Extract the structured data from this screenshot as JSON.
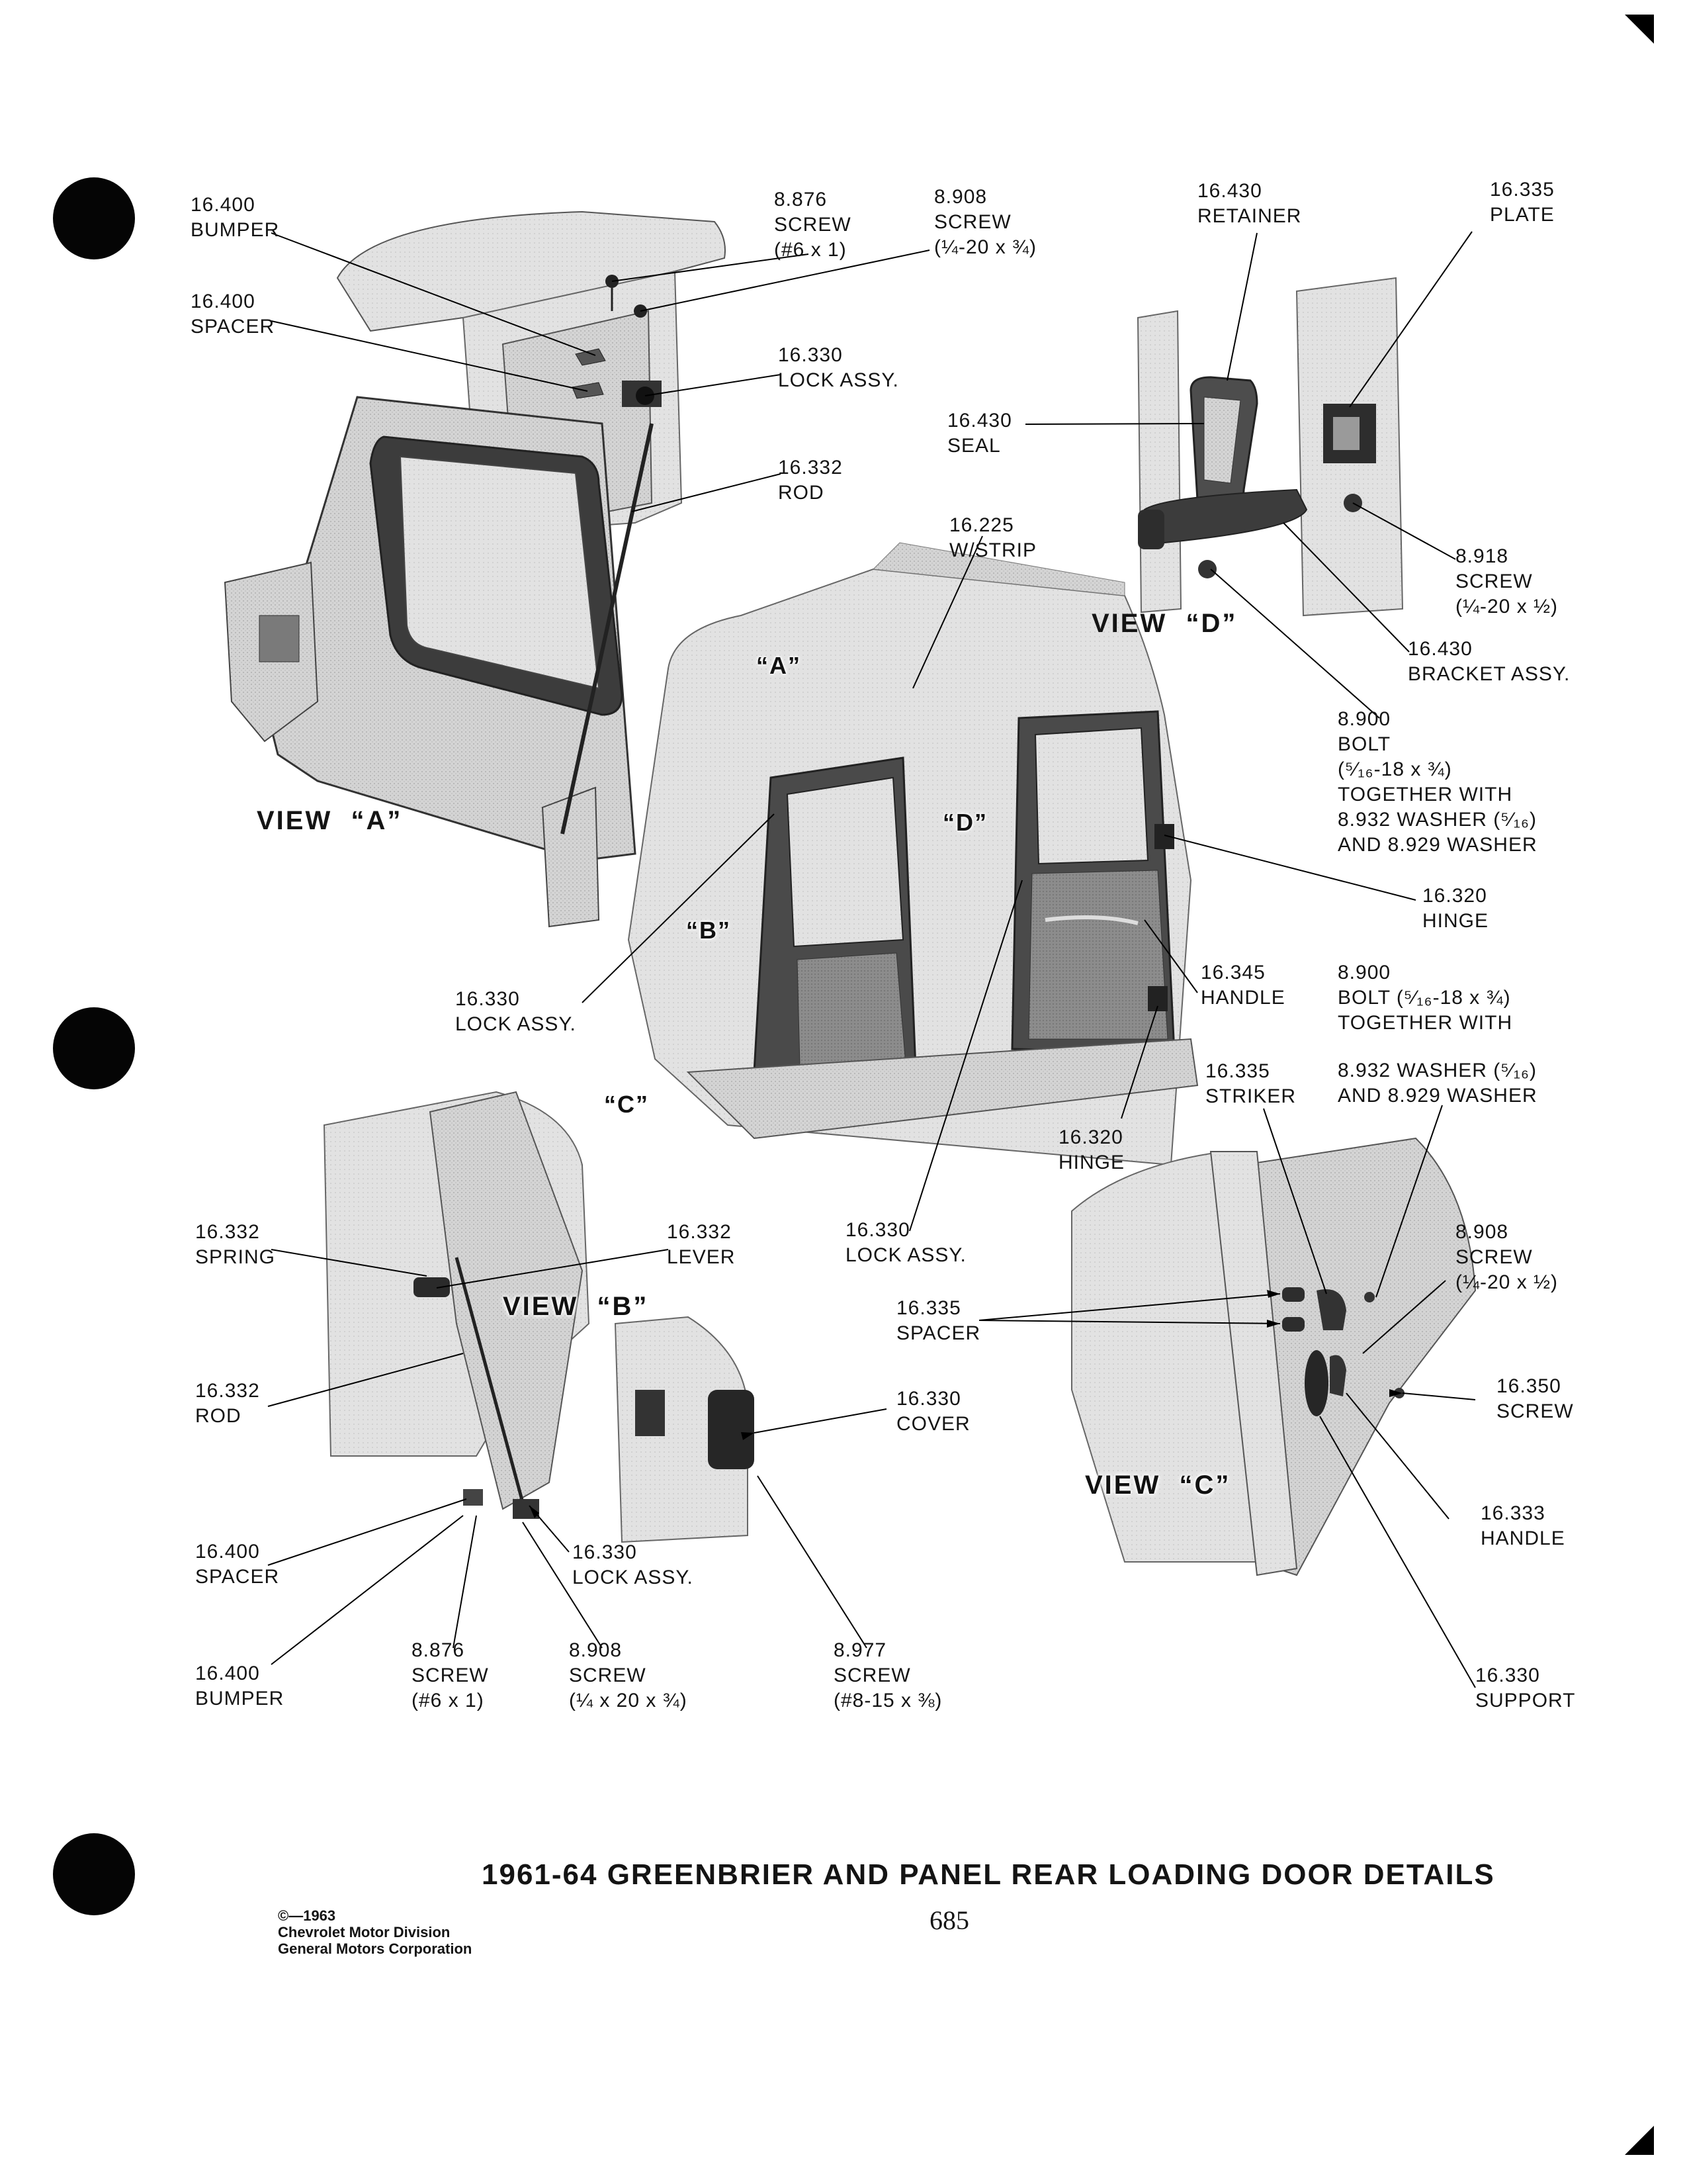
{
  "title": "1961-64 GREENBRIER AND PANEL REAR LOADING DOOR DETAILS",
  "page_number": "685",
  "copyright": [
    "©—1963",
    "Chevrolet Motor Division",
    "General Motors Corporation"
  ],
  "views": {
    "a": "VIEW  “A”",
    "b": "VIEW  “B”",
    "c": "VIEW  “C”",
    "d": "VIEW  “D”"
  },
  "callouts": {
    "a": "“A”",
    "b": "“B”",
    "c": "“C”",
    "d": "“D”"
  },
  "view_a_labels": {
    "bumper": [
      "16.400",
      "BUMPER"
    ],
    "spacer": [
      "16.400",
      "SPACER"
    ],
    "screw1": [
      "8.876",
      "SCREW",
      "(#6 x 1)"
    ],
    "screw2": [
      "8.908",
      "SCREW",
      "(¼-20 x ¾)"
    ],
    "lock": [
      "16.330",
      "LOCK ASSY."
    ],
    "rod": [
      "16.332",
      "ROD"
    ]
  },
  "view_d_labels": {
    "retainer": [
      "16.430",
      "RETAINER"
    ],
    "plate": [
      "16.335",
      "PLATE"
    ],
    "seal": [
      "16.430",
      "SEAL"
    ],
    "screw": [
      "8.918",
      "SCREW",
      "(¼-20 x ½)"
    ],
    "bracket": [
      "16.430",
      "BRACKET ASSY."
    ],
    "bolt": [
      "8.900",
      "BOLT",
      "(⁵⁄₁₆-18 x ¾)",
      "TOGETHER WITH",
      "8.932 WASHER (⁵⁄₁₆)",
      "AND 8.929 WASHER"
    ]
  },
  "main_labels": {
    "wstrip": [
      "16.225",
      "W/STRIP"
    ],
    "hinge_upper": [
      "16.320",
      "HINGE"
    ],
    "handle": [
      "16.345",
      "HANDLE"
    ],
    "lock_left": [
      "16.330",
      "LOCK ASSY."
    ],
    "lock_bottom": [
      "16.330",
      "LOCK ASSY."
    ],
    "hinge_lower": [
      "16.320",
      "HINGE"
    ],
    "bolt2": [
      "8.900",
      "BOLT (⁵⁄₁₆-18 x ¾)",
      "TOGETHER WITH"
    ],
    "washer2": [
      "8.932 WASHER (⁵⁄₁₆)",
      "AND 8.929 WASHER"
    ]
  },
  "view_b_labels": {
    "spring": [
      "16.332",
      "SPRING"
    ],
    "lever": [
      "16.332",
      "LEVER"
    ],
    "rod": [
      "16.332",
      "ROD"
    ],
    "cover": [
      "16.330",
      "COVER"
    ],
    "spacer": [
      "16.400",
      "SPACER"
    ],
    "lock": [
      "16.330",
      "LOCK ASSY."
    ],
    "bumper": [
      "16.400",
      "BUMPER"
    ],
    "screw1": [
      "8.876",
      "SCREW",
      "(#6 x 1)"
    ],
    "screw2": [
      "8.908",
      "SCREW",
      "(¼ x 20 x ¾)"
    ],
    "screw3": [
      "8.977",
      "SCREW",
      "(#8-15 x ⅜)"
    ]
  },
  "view_c_labels": {
    "striker": [
      "16.335",
      "STRIKER"
    ],
    "screw": [
      "8.908",
      "SCREW",
      "(¼-20 x ½)"
    ],
    "spacer": [
      "16.335",
      "SPACER"
    ],
    "screw2": [
      "16.350",
      "SCREW"
    ],
    "handle": [
      "16.333",
      "HANDLE"
    ],
    "support": [
      "16.330",
      "SUPPORT"
    ]
  }
}
